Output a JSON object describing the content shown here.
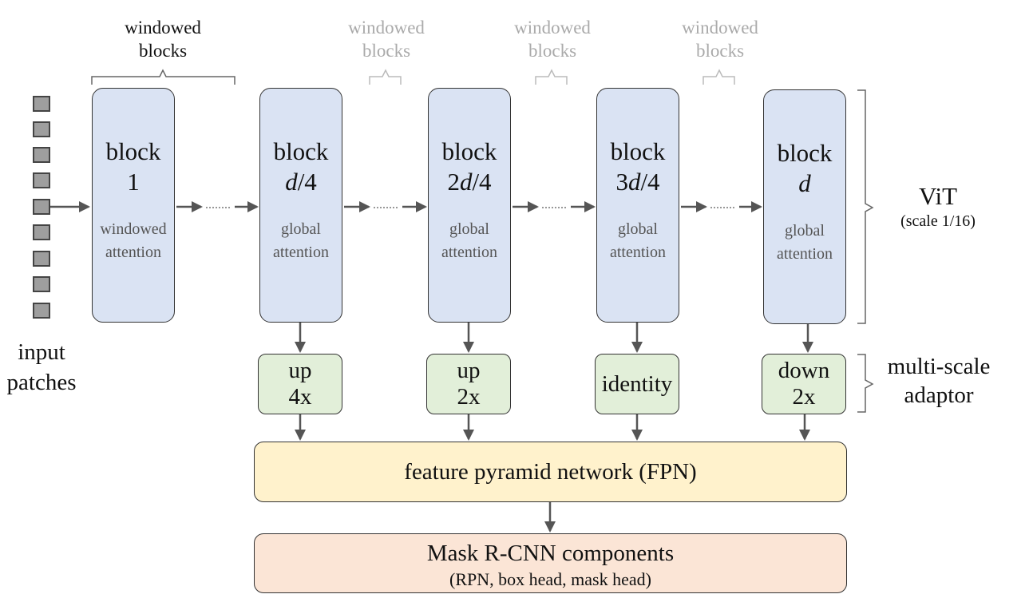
{
  "input": {
    "line1": "input",
    "line2": "patches",
    "patch_count": 9
  },
  "blocks": [
    {
      "num": "block",
      "label_pre": "1",
      "label_ital": "",
      "label_post": "",
      "sub1": "windowed",
      "sub2": "attention"
    },
    {
      "num": "block",
      "label_pre": "",
      "label_ital": "d",
      "label_post": "/4",
      "sub1": "global",
      "sub2": "attention"
    },
    {
      "num": "block",
      "label_pre": "2",
      "label_ital": "d",
      "label_post": "/4",
      "sub1": "global",
      "sub2": "attention"
    },
    {
      "num": "block",
      "label_pre": "3",
      "label_ital": "d",
      "label_post": "/4",
      "sub1": "global",
      "sub2": "attention"
    },
    {
      "num": "block",
      "label_pre": "",
      "label_ital": "d",
      "label_post": "",
      "sub1": "global",
      "sub2": "attention"
    }
  ],
  "windowed_blocks": [
    {
      "line1": "windowed",
      "line2": "blocks",
      "emphasis": "dark"
    },
    {
      "line1": "windowed",
      "line2": "blocks",
      "emphasis": "light"
    },
    {
      "line1": "windowed",
      "line2": "blocks",
      "emphasis": "light"
    },
    {
      "line1": "windowed",
      "line2": "blocks",
      "emphasis": "light"
    }
  ],
  "adaptors": [
    {
      "line1": "up",
      "line2": "4x"
    },
    {
      "line1": "up",
      "line2": "2x"
    },
    {
      "line1": "identity",
      "line2": ""
    },
    {
      "line1": "down",
      "line2": "2x"
    }
  ],
  "fpn": {
    "label": "feature pyramid network (FPN)"
  },
  "mask_rcnn": {
    "title": "Mask R-CNN components",
    "subtitle": "(RPN, box head, mask head)"
  },
  "vit": {
    "title": "ViT",
    "scale": "(scale 1/16)"
  },
  "msa": {
    "line1": "multi-scale",
    "line2": "adaptor"
  },
  "colors": {
    "block_fill": "#dae3f3",
    "adaptor_fill": "#e2efd9",
    "fpn_fill": "#fff2cc",
    "mask_rcnn_fill": "#fbe5d6",
    "arrow": "#555555",
    "faded_text": "#aaaaaa"
  }
}
